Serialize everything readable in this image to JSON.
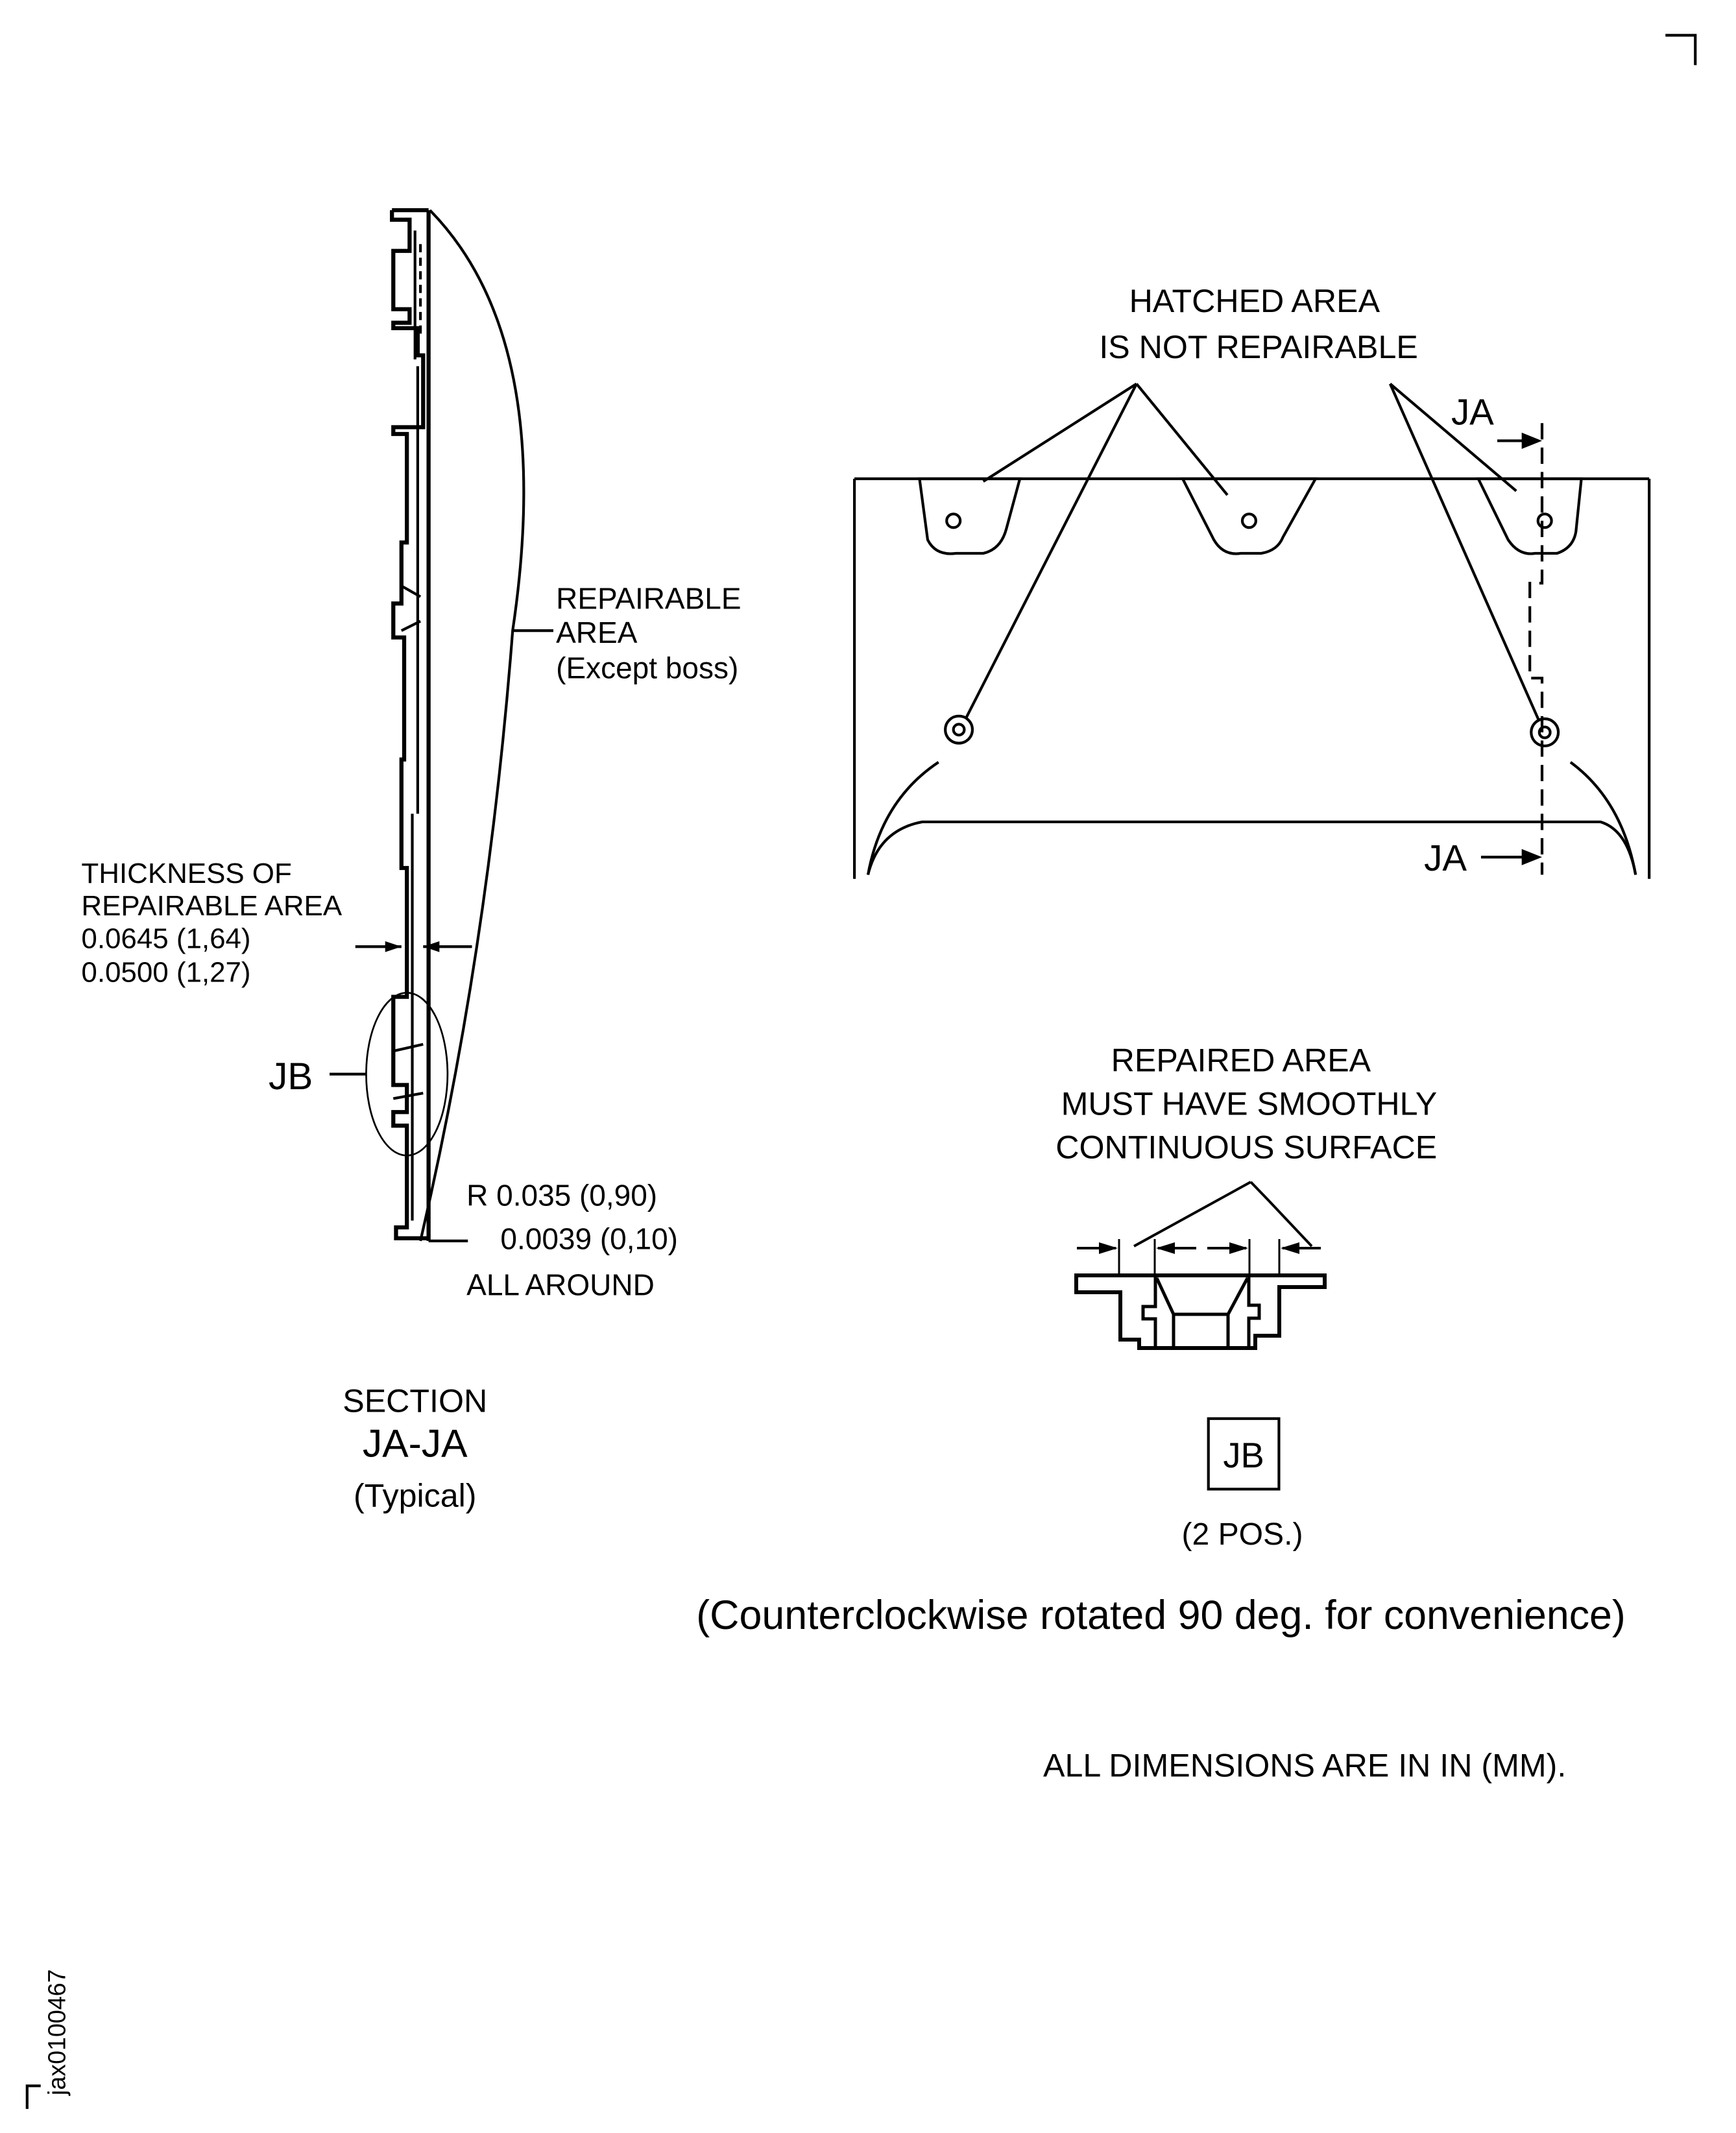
{
  "section": {
    "repairable_label": [
      "REPAIRABLE",
      "AREA",
      "(Except boss)"
    ],
    "thickness_label": [
      "THICKNESS OF",
      "REPAIRABLE AREA",
      "0.0645 (1,64)",
      "0.0500 (1,27)"
    ],
    "detail_callout": "JB",
    "radius_label": [
      "R 0.035 (0,90)",
      "0.0039 (0,10)",
      "ALL AROUND"
    ],
    "title": [
      "SECTION",
      "JA-JA",
      "(Typical)"
    ]
  },
  "view": {
    "hatched_label": [
      "HATCHED AREA",
      "IS NOT REPAIRABLE"
    ],
    "section_mark_top": "JA",
    "section_mark_bottom": "JA"
  },
  "detail": {
    "repaired_label": [
      "REPAIRED AREA",
      "MUST HAVE SMOOTHLY",
      "CONTINUOUS SURFACE"
    ],
    "id": "JB",
    "positions": "(2 POS.)"
  },
  "rotation_note": "(Counterclockwise rotated 90 deg. for convenience)",
  "units_note": "ALL DIMENSIONS ARE IN IN  (MM).",
  "figure_id": "jax0100467"
}
